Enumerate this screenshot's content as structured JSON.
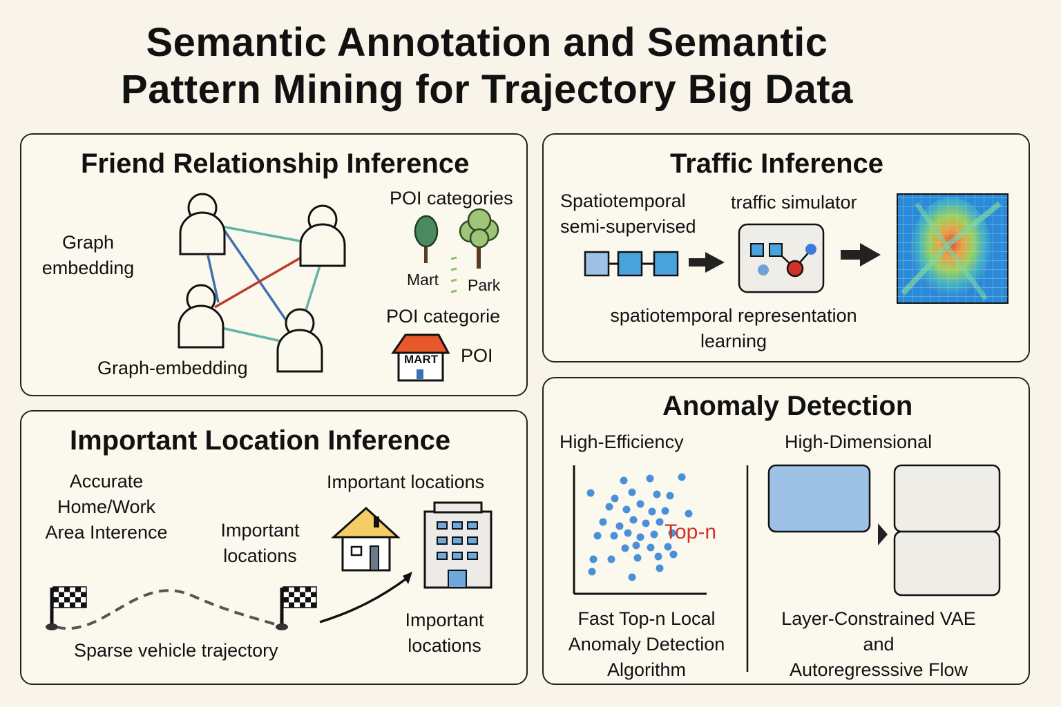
{
  "title": {
    "line1": "Semantic Annotation and Semantic",
    "line2": "Pattern Mining for Trajectory Big Data"
  },
  "friend": {
    "title": "Friend Relationship Inference",
    "graph_embedding_lines": [
      "Graph",
      "embedding"
    ],
    "graph_embedding_bottom": "Graph-embedding",
    "poi_categories": "POI categories",
    "mart": "Mart",
    "park": "Park",
    "poi_categorie": "POI categorie",
    "mart_sign": "MART",
    "poi": "POI"
  },
  "traffic": {
    "title": "Traffic Inference",
    "semi_lines": [
      "Spatiotemporal",
      "semi-supervised"
    ],
    "simulator": "traffic simulator",
    "repr_lines": [
      "spatiotemporal representation",
      "learning"
    ]
  },
  "important": {
    "title": "Important Location Inference",
    "accurate_lines": [
      "Accurate",
      "Home/Work",
      "Area Interence"
    ],
    "important_mid_lines": [
      "Important",
      "locations"
    ],
    "important_top": "Important locations",
    "important_bottom_lines": [
      "Important",
      "locations"
    ],
    "sparse": "Sparse vehicle trajectory"
  },
  "anomaly": {
    "title": "Anomaly Detection",
    "high_eff": "High-Efficiency",
    "high_dim": "High-Dimensional",
    "topn": "Top-n",
    "fast_lines": [
      "Fast Top-n Local",
      "Anomaly Detection",
      "Algorithm"
    ],
    "vae_lines": [
      "Layer-Constrained VAE",
      "and",
      "Autoregresssive Flow"
    ]
  },
  "colors": {
    "background": "#f8f4e9",
    "edge_teal": "#5fb5a5",
    "edge_blue": "#3f6fb0",
    "edge_red": "#c0392b",
    "box_blue": "#9ec1e6",
    "dot_blue": "#4a90d9",
    "topn_red": "#d0322a"
  }
}
